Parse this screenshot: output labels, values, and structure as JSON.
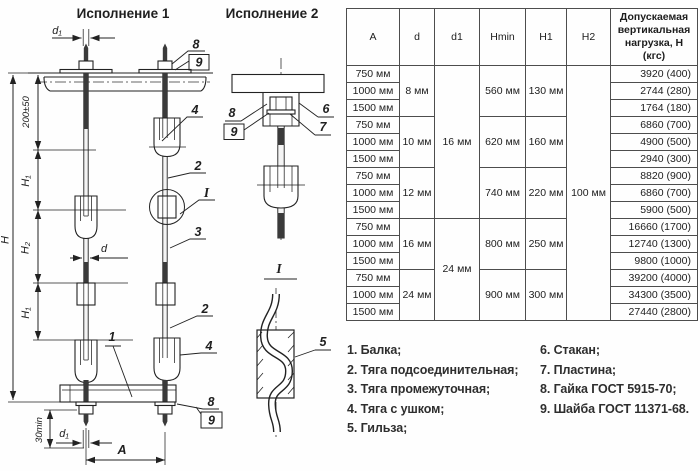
{
  "drawing": {
    "title1": "Исполнение 1",
    "title2": "Исполнение 2",
    "dims": {
      "d1_top": "d₁",
      "h": "H",
      "gap": "200±50",
      "h1_upper": "H₁",
      "h2": "H₂",
      "h1_lower": "H₁",
      "d": "d",
      "min30": "30min",
      "d1_bottom": "d₁",
      "a": "A"
    },
    "callouts": {
      "n1": "1",
      "n2": "2",
      "n3": "3",
      "n4": "4",
      "n5": "5",
      "n6": "6",
      "n7": "7",
      "n8": "8",
      "n9": "9",
      "detail": "I"
    }
  },
  "table": {
    "headers": [
      "A",
      "d",
      "d1",
      "Hmin",
      "H1",
      "H2",
      "Допускаемая вертикальная нагрузка, Н (кгс)"
    ],
    "d1": [
      "16 мм",
      "24 мм"
    ],
    "h2": "100 мм",
    "groups": [
      {
        "d": "8 мм",
        "hmin": "560 мм",
        "h1": "130 мм",
        "rows": [
          [
            "750 мм",
            "3920 (400)"
          ],
          [
            "1000 мм",
            "2744 (280)"
          ],
          [
            "1500 мм",
            "1764 (180)"
          ]
        ]
      },
      {
        "d": "10 мм",
        "hmin": "620 мм",
        "h1": "160 мм",
        "rows": [
          [
            "750 мм",
            "6860 (700)"
          ],
          [
            "1000 мм",
            "4900 (500)"
          ],
          [
            "1500 мм",
            "2940 (300)"
          ]
        ]
      },
      {
        "d": "12 мм",
        "hmin": "740 мм",
        "h1": "220 мм",
        "rows": [
          [
            "750 мм",
            "8820 (900)"
          ],
          [
            "1000 мм",
            "6860 (700)"
          ],
          [
            "1500 мм",
            "5900 (500)"
          ]
        ]
      },
      {
        "d": "16 мм",
        "hmin": "800 мм",
        "h1": "250 мм",
        "rows": [
          [
            "750 мм",
            "16660 (1700)"
          ],
          [
            "1000 мм",
            "12740 (1300)"
          ],
          [
            "1500 мм",
            "9800 (1000)"
          ]
        ]
      },
      {
        "d": "24 мм",
        "hmin": "900 мм",
        "h1": "300 мм",
        "rows": [
          [
            "750 мм",
            "39200 (4000)"
          ],
          [
            "1000 мм",
            "34300 (3500)"
          ],
          [
            "1500 мм",
            "27440 (2800)"
          ]
        ]
      }
    ]
  },
  "legend": {
    "items": [
      "1. Балка;",
      "2. Тяга подсоединительная;",
      "3. Тяга промежуточная;",
      "4. Тяга с ушком;",
      "5. Гильза;",
      "6. Стакан;",
      "7. Пластина;",
      "8. Гайка ГОСТ 5915-70;",
      "9. Шайба ГОСТ 11371-68."
    ]
  }
}
